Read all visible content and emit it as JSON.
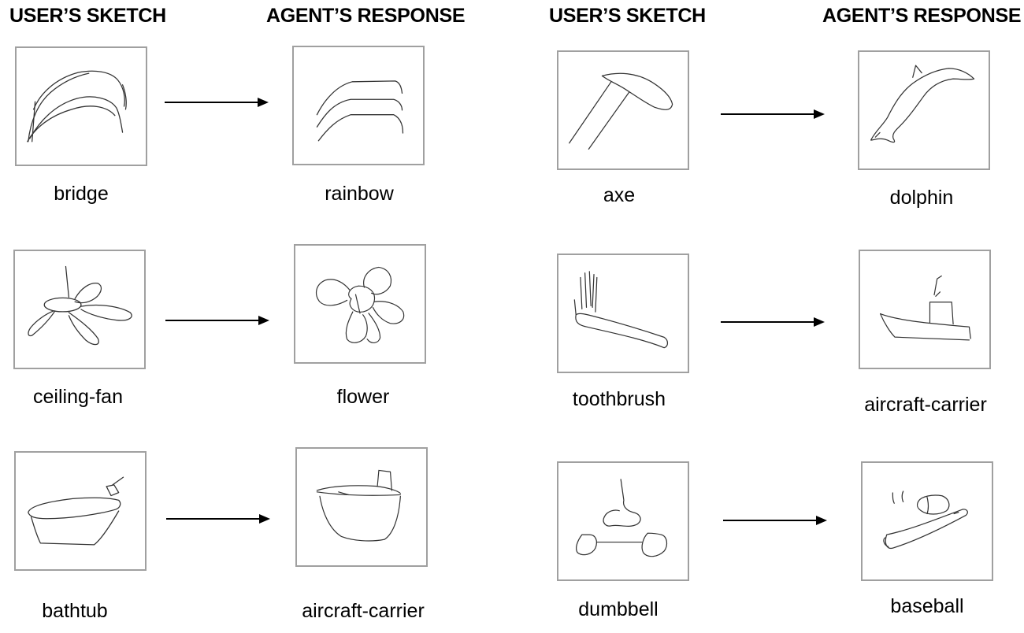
{
  "headers": {
    "left_sketch": "USER’S SKETCH",
    "left_response": "AGENT’S RESPONSE",
    "right_sketch": "USER’S SKETCH",
    "right_response": "AGENT’S RESPONSE"
  },
  "pairs": [
    {
      "sketch_label": "bridge",
      "sketch_icon": "bridge-sketch-icon",
      "response_label": "rainbow",
      "response_icon": "rainbow-sketch-icon"
    },
    {
      "sketch_label": "ceiling-fan",
      "sketch_icon": "ceiling-fan-sketch-icon",
      "response_label": "flower",
      "response_icon": "flower-sketch-icon"
    },
    {
      "sketch_label": "bathtub",
      "sketch_icon": "bathtub-sketch-icon",
      "response_label": "aircraft-carrier",
      "response_icon": "aircraft-carrier-sketch-icon"
    },
    {
      "sketch_label": "axe",
      "sketch_icon": "axe-sketch-icon",
      "response_label": "dolphin",
      "response_icon": "dolphin-sketch-icon"
    },
    {
      "sketch_label": "toothbrush",
      "sketch_icon": "toothbrush-sketch-icon",
      "response_label": "aircraft-carrier",
      "response_icon": "aircraft-carrier-sketch-icon"
    },
    {
      "sketch_label": "dumbbell",
      "sketch_icon": "dumbbell-sketch-icon",
      "response_label": "baseball",
      "response_icon": "baseball-sketch-icon"
    }
  ],
  "colors": {
    "border": "#a0a0a0",
    "stroke": "#333333",
    "arrow": "#000000"
  }
}
